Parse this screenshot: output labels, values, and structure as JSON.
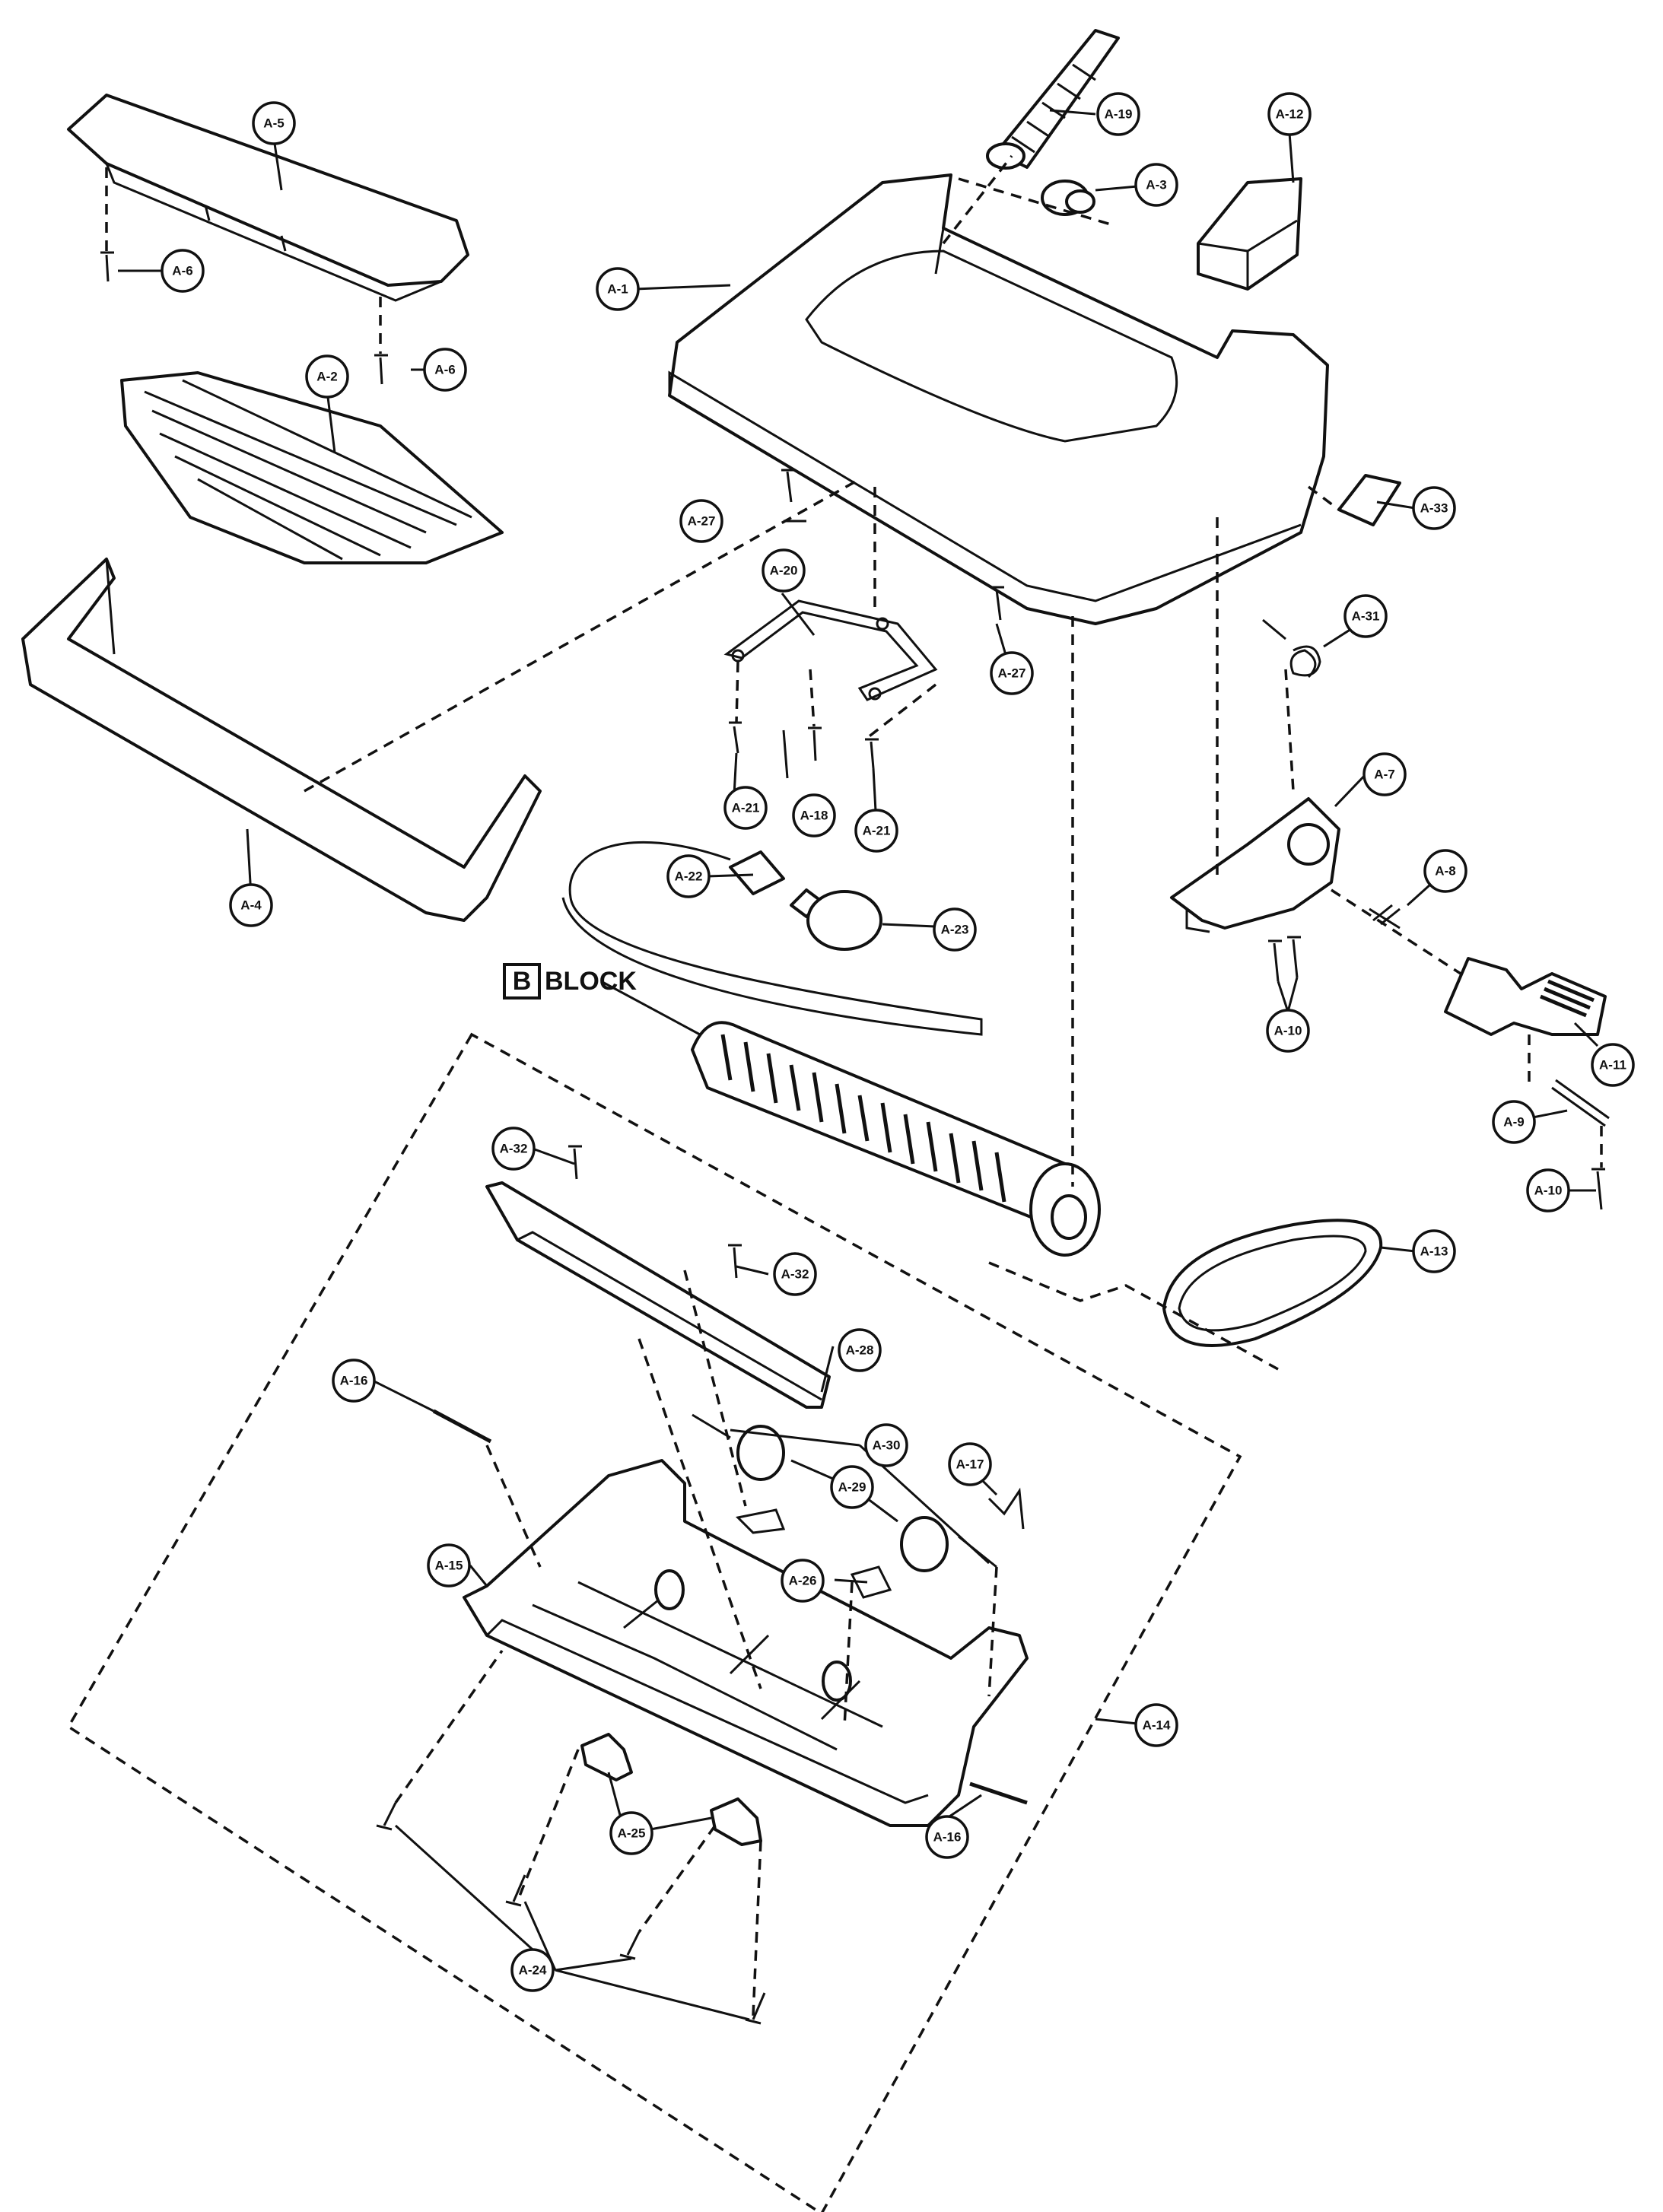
{
  "block": {
    "letter": "B",
    "word": "BLOCK"
  },
  "callouts": [
    {
      "id": "A-1",
      "label": "A-1"
    },
    {
      "id": "A-2",
      "label": "A-2"
    },
    {
      "id": "A-3",
      "label": "A-3"
    },
    {
      "id": "A-4",
      "label": "A-4"
    },
    {
      "id": "A-5",
      "label": "A-5"
    },
    {
      "id": "A-6a",
      "label": "A-6"
    },
    {
      "id": "A-6b",
      "label": "A-6"
    },
    {
      "id": "A-7",
      "label": "A-7"
    },
    {
      "id": "A-8",
      "label": "A-8"
    },
    {
      "id": "A-9",
      "label": "A-9"
    },
    {
      "id": "A-10a",
      "label": "A-10"
    },
    {
      "id": "A-10b",
      "label": "A-10"
    },
    {
      "id": "A-11",
      "label": "A-11"
    },
    {
      "id": "A-12",
      "label": "A-12"
    },
    {
      "id": "A-13",
      "label": "A-13"
    },
    {
      "id": "A-14",
      "label": "A-14"
    },
    {
      "id": "A-15",
      "label": "A-15"
    },
    {
      "id": "A-16a",
      "label": "A-16"
    },
    {
      "id": "A-16b",
      "label": "A-16"
    },
    {
      "id": "A-17",
      "label": "A-17"
    },
    {
      "id": "A-18",
      "label": "A-18"
    },
    {
      "id": "A-19",
      "label": "A-19"
    },
    {
      "id": "A-20",
      "label": "A-20"
    },
    {
      "id": "A-21a",
      "label": "A-21"
    },
    {
      "id": "A-21b",
      "label": "A-21"
    },
    {
      "id": "A-22",
      "label": "A-22"
    },
    {
      "id": "A-23",
      "label": "A-23"
    },
    {
      "id": "A-24",
      "label": "A-24"
    },
    {
      "id": "A-25",
      "label": "A-25"
    },
    {
      "id": "A-26",
      "label": "A-26"
    },
    {
      "id": "A-27a",
      "label": "A-27"
    },
    {
      "id": "A-27b",
      "label": "A-27"
    },
    {
      "id": "A-28",
      "label": "A-28"
    },
    {
      "id": "A-29",
      "label": "A-29"
    },
    {
      "id": "A-30",
      "label": "A-30"
    },
    {
      "id": "A-31",
      "label": "A-31"
    },
    {
      "id": "A-32a",
      "label": "A-32"
    },
    {
      "id": "A-32b",
      "label": "A-32"
    },
    {
      "id": "A-33",
      "label": "A-33"
    }
  ]
}
